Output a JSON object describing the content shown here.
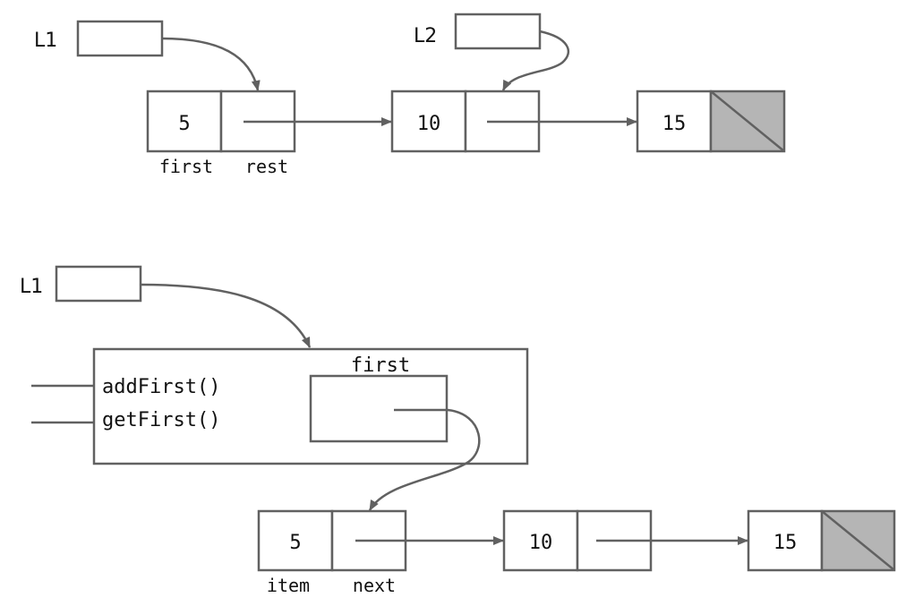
{
  "colors": {
    "stroke": "#616161",
    "null_fill": "#b5b5b5",
    "text": "#111111"
  },
  "top": {
    "var_l1": "L1",
    "var_l2": "L2",
    "node1_value": "5",
    "node2_value": "10",
    "node3_value": "15",
    "label_first": "first",
    "label_rest": "rest"
  },
  "bottom": {
    "var_l1": "L1",
    "object_field": "first",
    "method_add": "addFirst()",
    "method_get": "getFirst()",
    "node1_value": "5",
    "node2_value": "10",
    "node3_value": "15",
    "label_item": "item",
    "label_next": "next"
  }
}
